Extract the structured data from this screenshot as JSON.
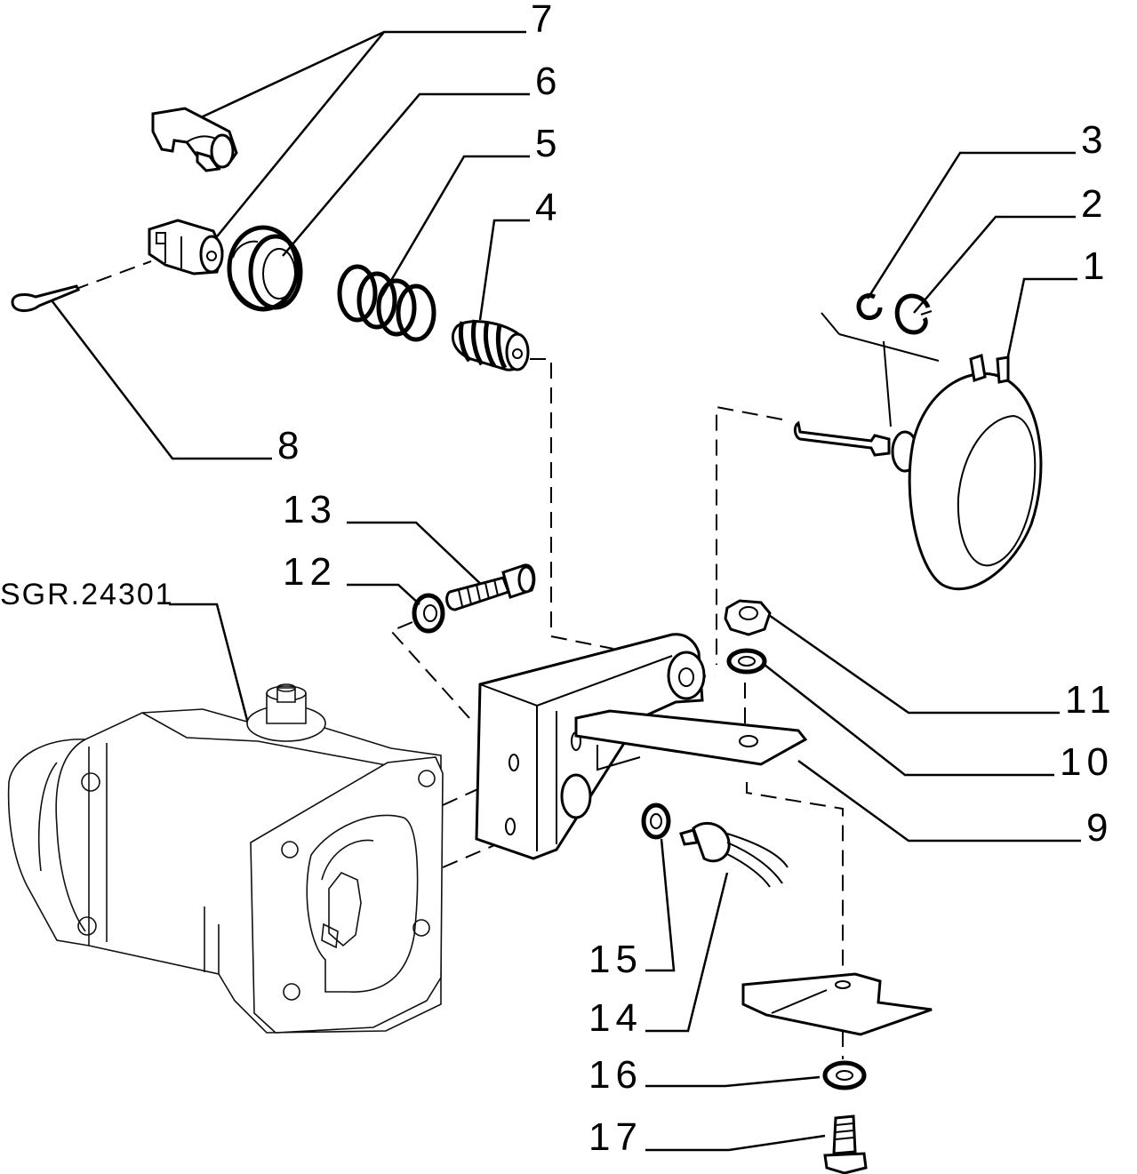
{
  "diagram": {
    "reference_code": "SGR.24301",
    "callouts": [
      "1",
      "2",
      "3",
      "4",
      "5",
      "6",
      "7",
      "8",
      "9",
      "10",
      "11",
      "12",
      "13",
      "14",
      "15",
      "16",
      "17"
    ]
  }
}
